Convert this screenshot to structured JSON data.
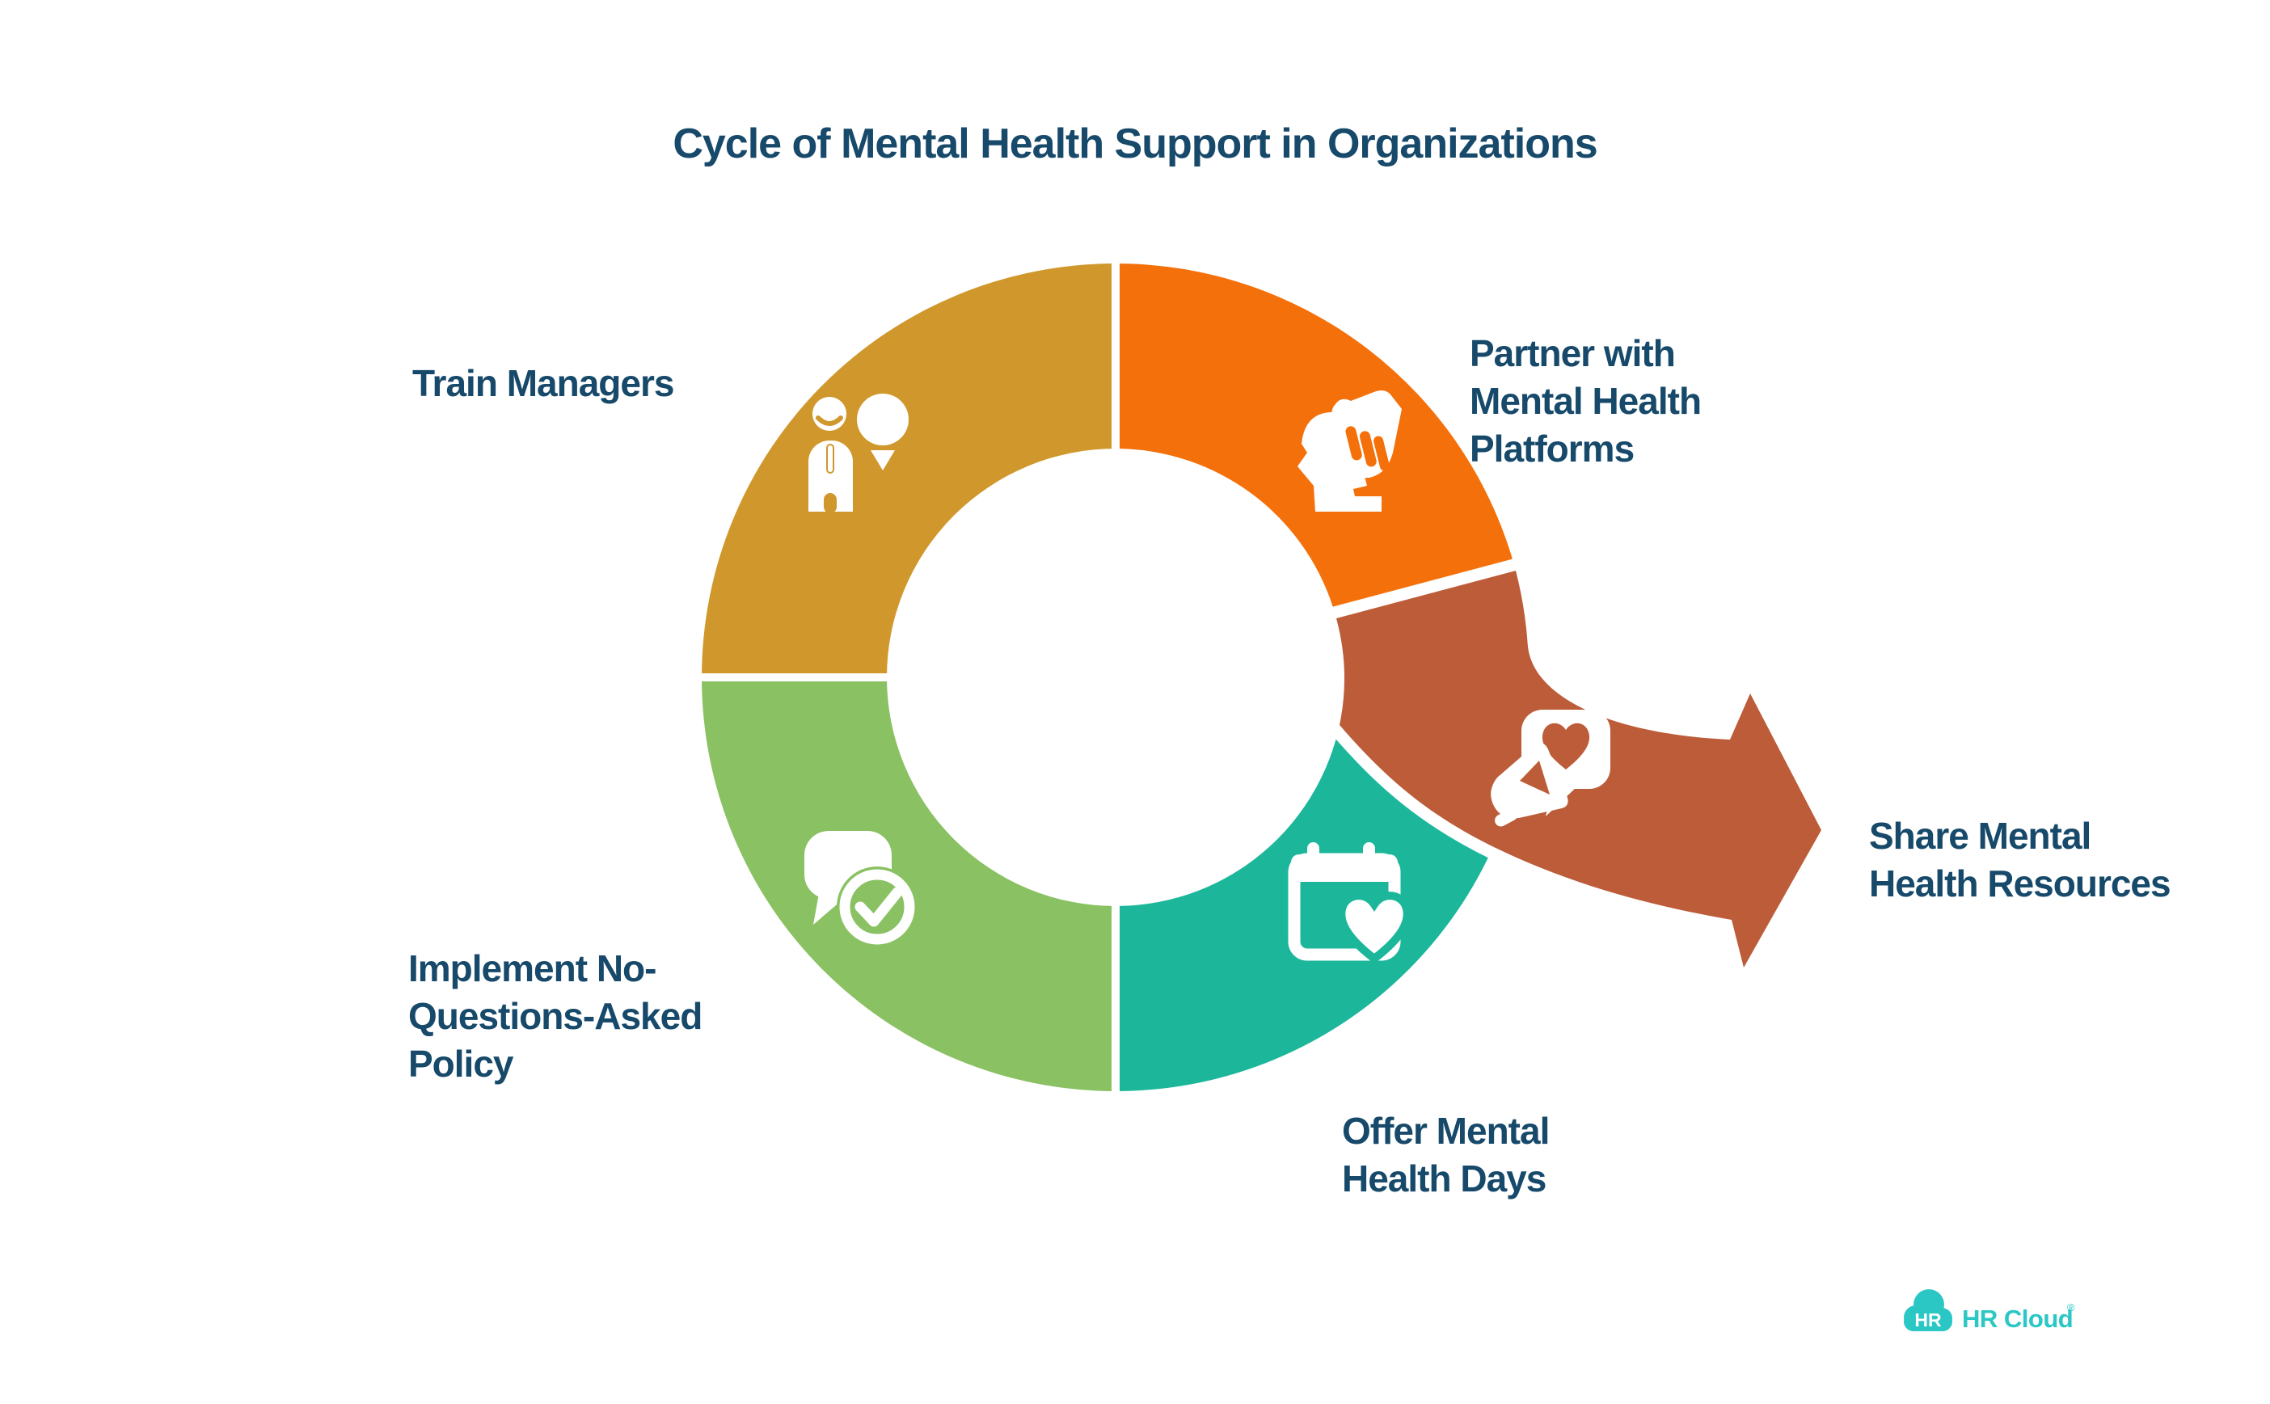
{
  "title": "Cycle of Mental Health Support in Organizations",
  "steps": [
    {
      "name": "train-managers",
      "label": "Train Managers",
      "color": "#D0982C",
      "icon": "person-lightbulb-icon"
    },
    {
      "name": "partner-with-mental-health-platforms",
      "label": "Partner with\nMental Health\nPlatforms",
      "color": "#F4700A",
      "icon": "head-hand-icon"
    },
    {
      "name": "share-mental-health-resources",
      "label": "Share Mental\nHealth Resources",
      "color": "#BC5C38",
      "icon": "megaphone-heart-icon"
    },
    {
      "name": "offer-mental-health-days",
      "label": "Offer Mental\nHealth Days",
      "color": "#1CB79B",
      "icon": "calendar-heart-icon"
    },
    {
      "name": "implement-no-questions-asked-policy",
      "label": "Implement No-\nQuestions-Asked\nPolicy",
      "color": "#8AC162",
      "icon": "speech-check-icon"
    }
  ],
  "logo": {
    "badge": "HR",
    "name": "HR Cloud",
    "registered": "®",
    "color": "#2BC7C4"
  },
  "colors": {
    "background": "#FFFFFF",
    "label_text": "#17496A",
    "icon": "#FFFFFF",
    "divider": "#FFFFFF"
  }
}
